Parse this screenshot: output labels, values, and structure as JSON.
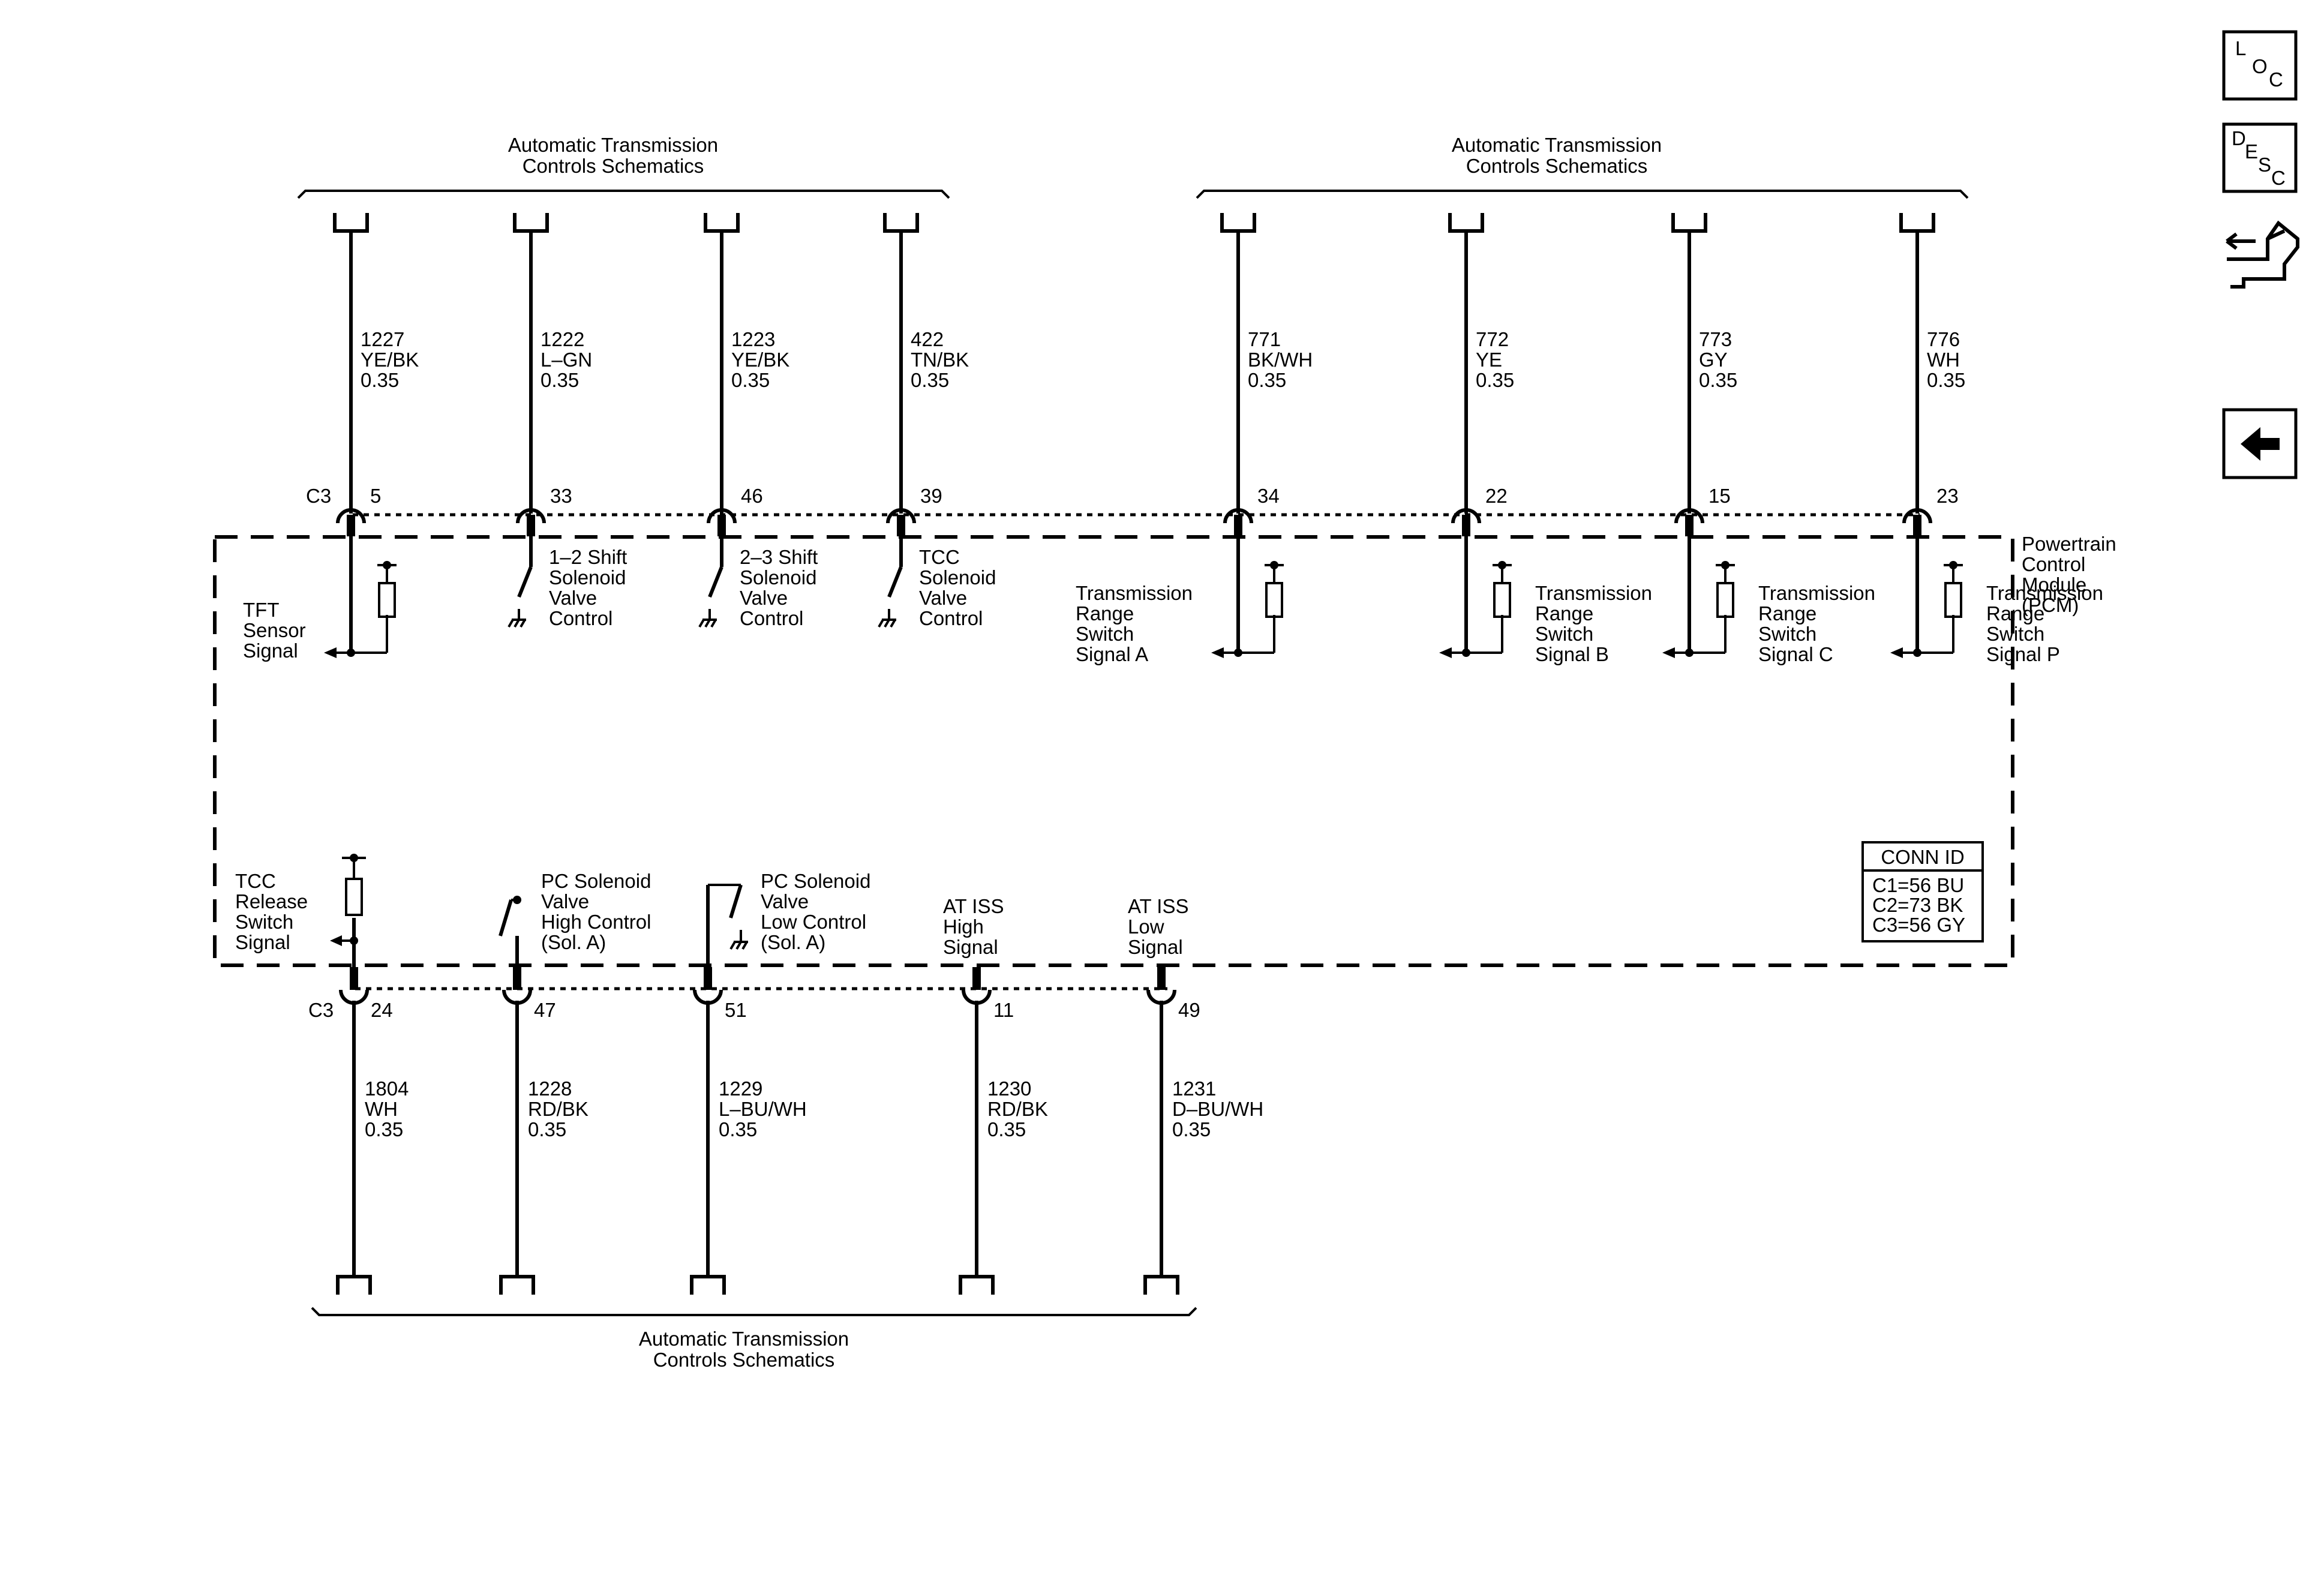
{
  "groups": {
    "top_left": [
      "Automatic Transmission",
      "Controls Schematics"
    ],
    "top_right": [
      "Automatic Transmission",
      "Controls Schematics"
    ],
    "bottom": [
      "Automatic Transmission",
      "Controls Schematics"
    ]
  },
  "module": {
    "lines": [
      "Powertrain",
      "Control",
      "Module",
      "(PCM)"
    ]
  },
  "conn_id": {
    "title": "CONN ID",
    "rows": [
      "C1=56 BU",
      "C2=73 BK",
      "C3=56 GY"
    ]
  },
  "connectors": {
    "top": "C3",
    "bottom": "C3"
  },
  "top_circuits": [
    {
      "circuit": "1227",
      "color": "YE/BK",
      "size": "0.35",
      "pin": "5",
      "func": [
        "TFT",
        "Sensor",
        "Signal"
      ]
    },
    {
      "circuit": "1222",
      "color": "L–GN",
      "size": "0.35",
      "pin": "33",
      "func": [
        "1–2 Shift",
        "Solenoid",
        "Valve",
        "Control"
      ]
    },
    {
      "circuit": "1223",
      "color": "YE/BK",
      "size": "0.35",
      "pin": "46",
      "func": [
        "2–3 Shift",
        "Solenoid",
        "Valve",
        "Control"
      ]
    },
    {
      "circuit": "422",
      "color": "TN/BK",
      "size": "0.35",
      "pin": "39",
      "func": [
        "TCC",
        "Solenoid",
        "Valve",
        "Control"
      ]
    },
    {
      "circuit": "771",
      "color": "BK/WH",
      "size": "0.35",
      "pin": "34",
      "func": [
        "Transmission",
        "Range",
        "Switch",
        "Signal A"
      ]
    },
    {
      "circuit": "772",
      "color": "YE",
      "size": "0.35",
      "pin": "22",
      "func": [
        "Transmission",
        "Range",
        "Switch",
        "Signal B"
      ]
    },
    {
      "circuit": "773",
      "color": "GY",
      "size": "0.35",
      "pin": "15",
      "func": [
        "Transmission",
        "Range",
        "Switch",
        "Signal C"
      ]
    },
    {
      "circuit": "776",
      "color": "WH",
      "size": "0.35",
      "pin": "23",
      "func": [
        "Transmission",
        "Range",
        "Switch",
        "Signal P"
      ]
    }
  ],
  "bottom_circuits": [
    {
      "circuit": "1804",
      "color": "WH",
      "size": "0.35",
      "pin": "24",
      "func": [
        "TCC",
        "Release",
        "Switch",
        "Signal"
      ]
    },
    {
      "circuit": "1228",
      "color": "RD/BK",
      "size": "0.35",
      "pin": "47",
      "func": [
        "PC Solenoid",
        "Valve",
        "High Control",
        "(Sol. A)"
      ]
    },
    {
      "circuit": "1229",
      "color": "L–BU/WH",
      "size": "0.35",
      "pin": "51",
      "func": [
        "PC Solenoid",
        "Valve",
        "Low Control",
        "(Sol. A)"
      ]
    },
    {
      "circuit": "1230",
      "color": "RD/BK",
      "size": "0.35",
      "pin": "11",
      "func": [
        "AT ISS",
        "High",
        "Signal"
      ]
    },
    {
      "circuit": "1231",
      "color": "D–BU/WH",
      "size": "0.35",
      "pin": "49",
      "func": [
        "AT ISS",
        "Low",
        "Signal"
      ]
    }
  ],
  "sidebar": {
    "loc": [
      "L",
      "O",
      "C"
    ],
    "desc": [
      "D",
      "E",
      "S",
      "C"
    ],
    "connector_icon": "connector-end-view-icon",
    "back_icon": "left-arrow-icon"
  }
}
